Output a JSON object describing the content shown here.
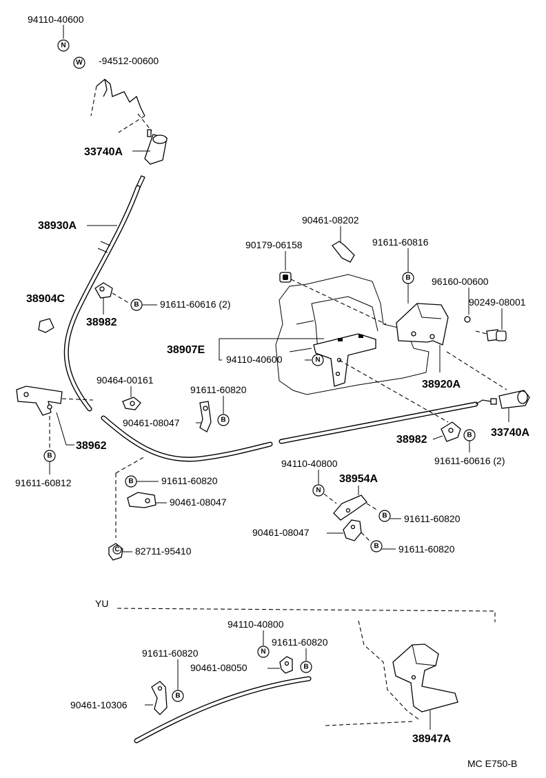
{
  "parts": {
    "nut_top": "94110-40600",
    "washer_top": "-94512-00600",
    "end_33740a_top": "33740A",
    "cable_38930a": "38930A",
    "grommet_38904c": "38904C",
    "clip_38982_left": "38982",
    "bolt_91611_60616_left": "91611-60616 (2)",
    "clip_90461_08202": "90461-08202",
    "nut_90179_06158": "90179-06158",
    "bolt_91611_60816": "91611-60816",
    "washer_96160_00600": "96160-00600",
    "bolt_90249_08001": "90249-08001",
    "bracket_38907e": "38907E",
    "nut_94110_40600_mid": "94110-40600",
    "bracket_38920a": "38920A",
    "clip_90464_00161": "90464-00161",
    "bolt_91611_60820_a": "91611-60820",
    "clip_90461_08047_a": "90461-08047",
    "end_33740a_right": "33740A",
    "clip_38982_right": "38982",
    "bolt_91611_60616_right": "91611-60616 (2)",
    "bracket_38962": "38962",
    "bolt_91611_60812": "91611-60812",
    "nut_94110_40800": "94110-40800",
    "bracket_38954a": "38954A",
    "bolt_91611_60820_b": "91611-60820",
    "bolt_91611_60820_c": "91611-60820",
    "clip_90461_08047_b": "90461-08047",
    "bolt_91611_60820_d": "91611-60820",
    "clip_90461_08047_c": "90461-08047",
    "clip_82711_95410": "82711-95410"
  },
  "yu_section": {
    "title": "YU",
    "nut_94110_40800": "94110-40800",
    "bolt_91611_60820_a": "91611-60820",
    "bolt_91611_60820_b": "91611-60820",
    "clip_90461_08050": "90461-08050",
    "clip_90461_10306": "90461-10306",
    "bracket_38947a": "38947A"
  },
  "symbols": {
    "nut": "N",
    "washer": "W",
    "bolt": "B",
    "clip": "C"
  },
  "diagram_code": "MC E750-B"
}
